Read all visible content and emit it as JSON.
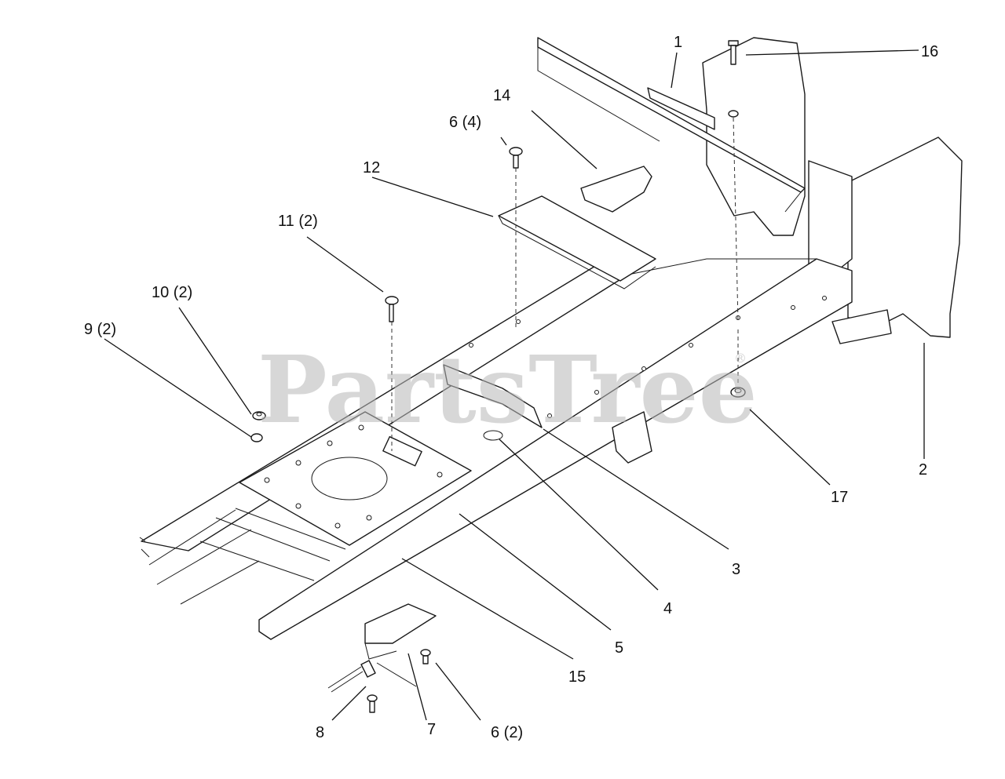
{
  "watermark": {
    "text": "PartsTree",
    "mark": "®"
  },
  "callouts": {
    "c1": "1",
    "c2": "2",
    "c3": "3",
    "c4": "4",
    "c5": "5",
    "c6a": "6 (4)",
    "c6b": "6 (2)",
    "c7": "7",
    "c8": "8",
    "c9": "9 (2)",
    "c10": "10 (2)",
    "c11": "11 (2)",
    "c12": "12",
    "c14": "14",
    "c15": "15",
    "c16": "16",
    "c17": "17"
  }
}
